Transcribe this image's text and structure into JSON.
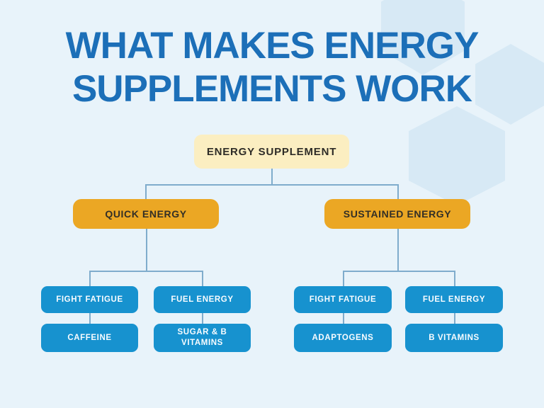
{
  "title": {
    "line1": "WHAT MAKES ENERGY",
    "line2": "SUPPLEMENTS WORK"
  },
  "flowchart": {
    "root": {
      "label": "ENERGY SUPPLEMENT"
    },
    "branches": [
      {
        "label": "QUICK ENERGY",
        "children": [
          {
            "label": "FIGHT FATIGUE",
            "child": "CAFFEINE"
          },
          {
            "label": "FUEL ENERGY",
            "child": "SUGAR & B VITAMINS"
          }
        ]
      },
      {
        "label": "SUSTAINED ENERGY",
        "children": [
          {
            "label": "FIGHT FATIGUE",
            "child": "ADAPTOGENS"
          },
          {
            "label": "FUEL ENERGY",
            "child": "B VITAMINS"
          }
        ]
      }
    ]
  },
  "colors": {
    "background": "#E8F3FA",
    "hexagon_decoration": "#D7E9F5",
    "title_text": "#1C6FB8",
    "root_box": "#FBEEC1",
    "branch_box": "#EBA724",
    "leaf_box": "#1792CF",
    "dark_text": "#2E2C27",
    "light_text": "#F8FCFF",
    "connector_line": "#7FACCC"
  }
}
